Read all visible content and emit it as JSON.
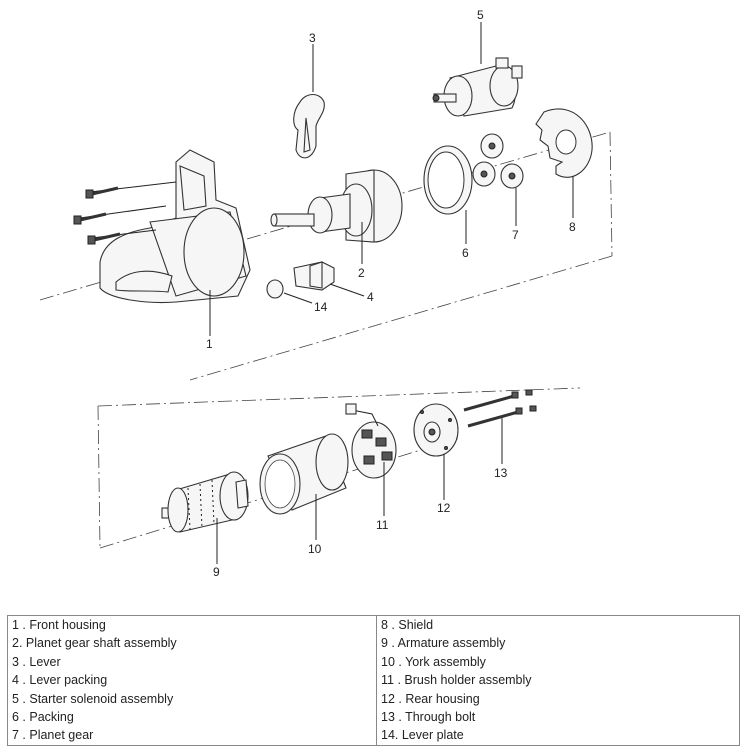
{
  "callouts": {
    "c1": "1",
    "c2": "2",
    "c3": "3",
    "c4": "4",
    "c5": "5",
    "c6": "6",
    "c7": "7",
    "c8": "8",
    "c9": "9",
    "c10": "10",
    "c11": "11",
    "c12": "12",
    "c13": "13",
    "c14": "14"
  },
  "legend": {
    "left": [
      "1 . Front housing",
      "2. Planet gear shaft assembly",
      "3 . Lever",
      "4 . Lever packing",
      "5 . Starter solenoid assembly",
      "6 . Packing",
      "7 . Planet gear"
    ],
    "right": [
      "8 . Shield",
      "9 . Armature assembly",
      "10 . York assembly",
      "11 . Brush holder assembly",
      "12 . Rear housing",
      "13 . Through bolt",
      "14. Lever plate"
    ]
  }
}
